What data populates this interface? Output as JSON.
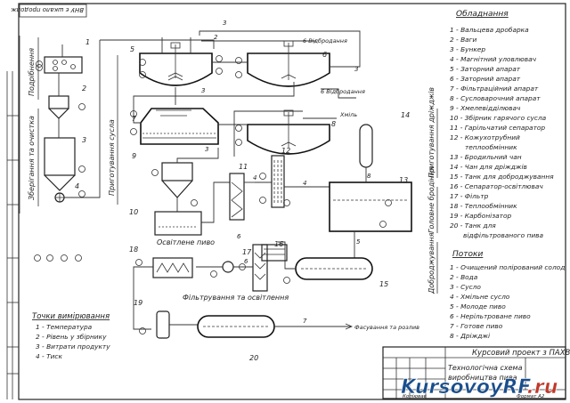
{
  "title_block": {
    "project": "Курсовий проект з ПАХВ",
    "drawing_title_line1": "Технологічна схема",
    "drawing_title_line2": "виробництва пива",
    "footer_left": "Копіював",
    "footer_right": "Формат А2",
    "stamp_top": "ВНУ є шкало продолж"
  },
  "sections": {
    "grinding": "Подрібнення",
    "storage_cleaning": "Зберігання та очистка",
    "wort_prep": "Приготування сусла",
    "yeast_prep": "Приготування дріжджів",
    "main_fermentation": "Головне бродіння",
    "secondary_fermentation": "Доброджування",
    "filtration": "Фільтрування та освітлення",
    "clarified_beer": "Освітлене пиво"
  },
  "flow_labels": {
    "to_fermentation": "6 Відбродання",
    "to_fermentation2": "6 Відбродання",
    "hops": "Хміль",
    "bottling": "Фасування та розлив"
  },
  "equipment": {
    "heading": "Обладнання",
    "items": [
      "1 - Вальцева дробарка",
      "2 - Ваги",
      "3 - Бункер",
      "4 - Магнітний уловлювач",
      "5 - Заторний апарат",
      "6 - Заторний апарат",
      "7 - Фільтраційний апарат",
      "8 - Сусловарочний апарат",
      "9 - Хмелевідділювач",
      "10 - Збірник гарячого сусла",
      "11 - Гарільчатий сепаратор",
      "12 - Кожухотрубний",
      "теплообмінник",
      "13 - Бродильний чан",
      "14 - Чан для дріжджів",
      "15 - Танк для доброджування",
      "16 - Сепаратор-освітлювач",
      "17 - Фільтр",
      "18 - Теплообмінник",
      "19 - Карбонізатор",
      "20 - Танк для",
      "відфільтрованого пива"
    ]
  },
  "streams": {
    "heading": "Потоки",
    "items": [
      "1 - Очищений полірований солод",
      "2 - Вода",
      "3 - Сусло",
      "4 - Хмільне сусло",
      "5 - Молоде пиво",
      "6 - Нерільтроване пиво",
      "7 - Готове пиво",
      "8 - Дріжджі"
    ]
  },
  "control_points": {
    "heading": "Точки вимірювання",
    "items": [
      "1 - Температура",
      "2 - Рівень у збірнику",
      "3 - Витрати продукту",
      "4 - Тиск"
    ]
  },
  "equipment_numbers": [
    "1",
    "2",
    "3",
    "4",
    "5",
    "6",
    "7",
    "8",
    "9",
    "10",
    "11",
    "12",
    "13",
    "14",
    "15",
    "16",
    "17",
    "18",
    "19",
    "20"
  ],
  "stream_marks": [
    "1",
    "2",
    "3",
    "4",
    "5",
    "6",
    "7",
    "8"
  ],
  "watermark": {
    "part1": "KursovoyRF",
    "part2": ".ru"
  }
}
